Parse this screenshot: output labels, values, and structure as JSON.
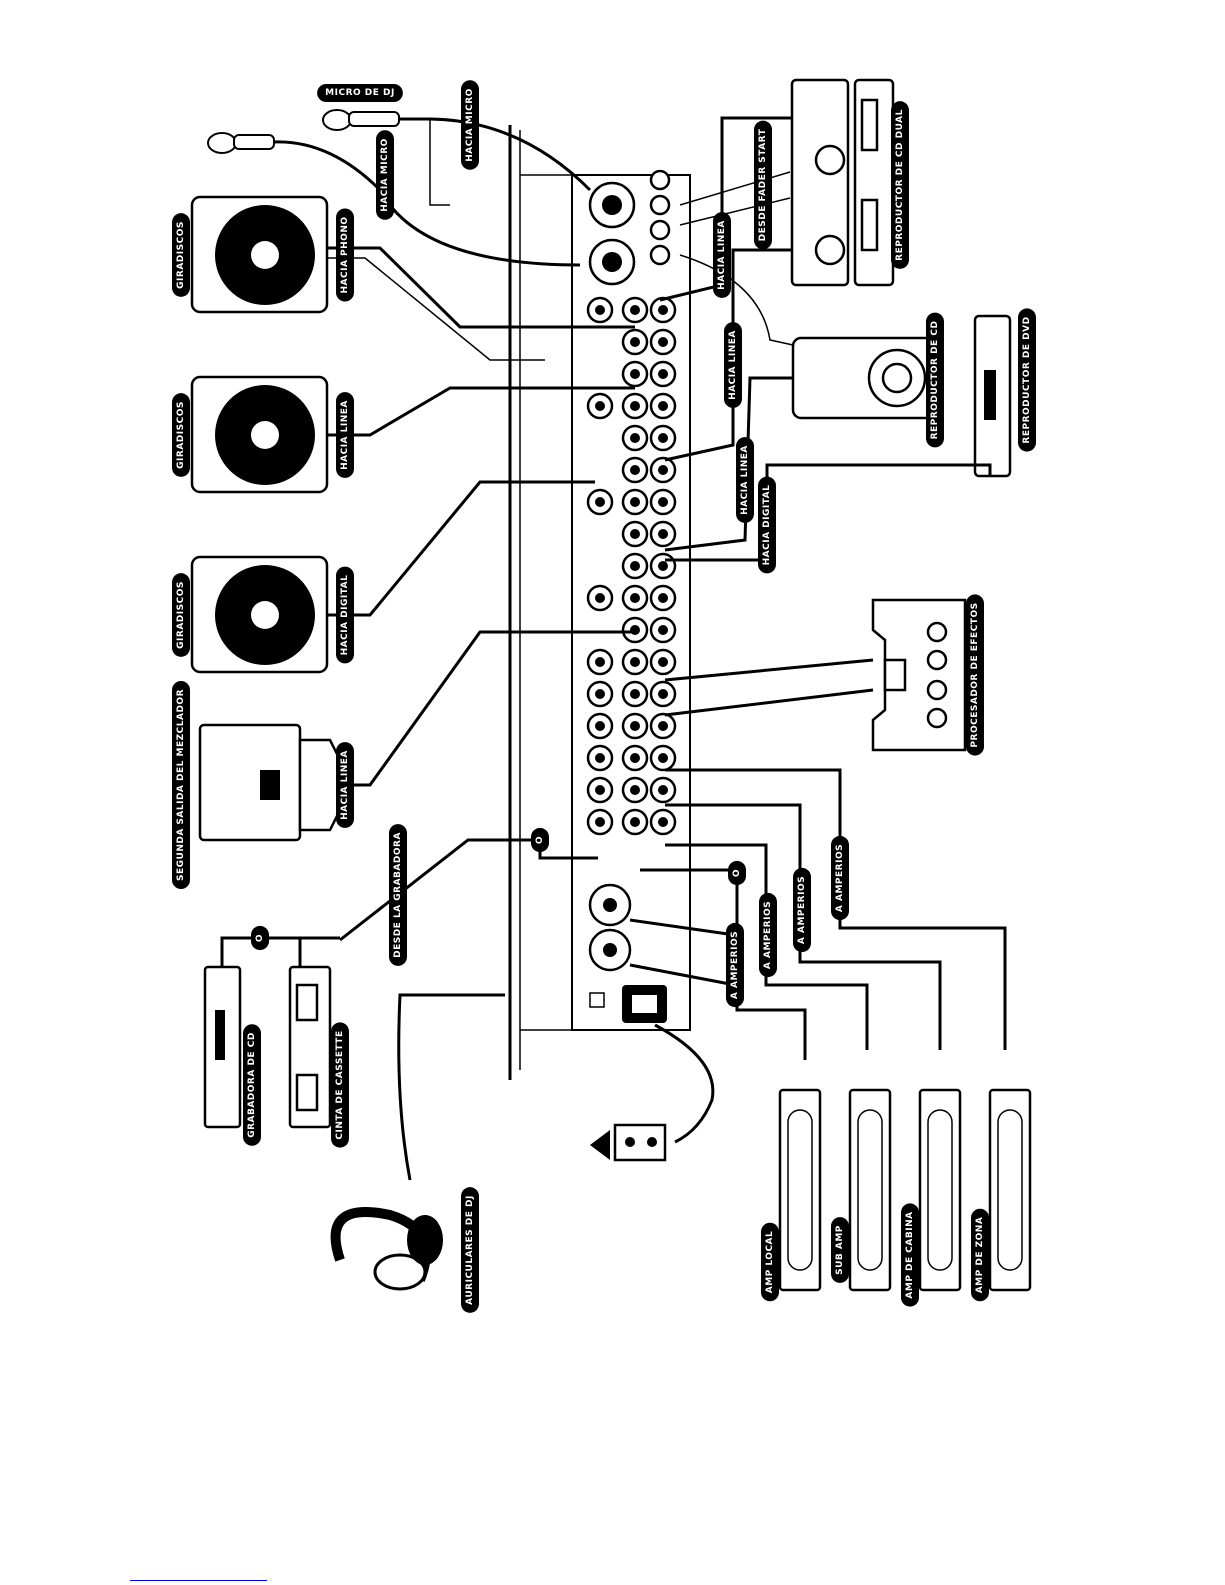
{
  "labels": {
    "micro_dj": "MICRO DE DJ",
    "hacia_micro_1": "HACIA MICRO",
    "hacia_micro_2": "HACIA MICRO",
    "giradiscos_1": "GIRADISCOS",
    "giradiscos_2": "GIRADISCOS",
    "giradiscos_3": "GIRADISCOS",
    "hacia_phono": "HACIA PHONO",
    "hacia_linea_tt2": "HACIA LINEA",
    "hacia_digital_tt3": "HACIA DIGITAL",
    "segunda_salida": "SEGUNDA SALIDA DEL MEZCLADOR",
    "hacia_linea_mixer": "HACIA LINEA",
    "desde_grabadora": "DESDE LA GRABADORA",
    "grabadora_cd": "GRABADORA DE CD",
    "cinta_cassette": "CINTA DE CASSETTE",
    "auriculares": "AURICULARES DE DJ",
    "hacia_linea_dual": "HACIA LINEA",
    "desde_fader_start": "DESDE FADER START",
    "reproductor_cd_dual": "REPRODUCTOR DE CD DUAL",
    "hacia_linea_cd": "HACIA LINEA",
    "reproductor_cd": "REPRODUCTOR DE CD",
    "reproductor_dvd": "REPRODUCTOR DE DVD",
    "hacia_linea_dvd": "HACIA LINEA",
    "hacia_digital_dvd": "HACIA DIGITAL",
    "procesador_efectos": "PROCESADOR DE EFECTOS",
    "a_amperios_1": "A AMPERIOS",
    "a_amperios_2": "A AMPERIOS",
    "a_amperios_3": "A AMPERIOS",
    "a_amperios_4": "A AMPERIOS",
    "amp_local": "AMP LOCAL",
    "sub_amp": "SUB AMP",
    "amp_cabina": "AMP DE CABINA",
    "amp_zona": "AMP DE ZONA",
    "o_1": "O",
    "o_2": "O",
    "o_3": "O"
  },
  "icons": [
    "microphone-icon",
    "turntable-icon",
    "cd-player-icon",
    "dvd-player-icon",
    "effects-processor-icon",
    "amplifier-icon",
    "headphones-icon",
    "power-outlet-icon",
    "warning-icon",
    "cassette-deck-icon",
    "cd-recorder-icon",
    "mixer-icon"
  ],
  "colors": {
    "ink": "#000000",
    "paper": "#ffffff"
  }
}
